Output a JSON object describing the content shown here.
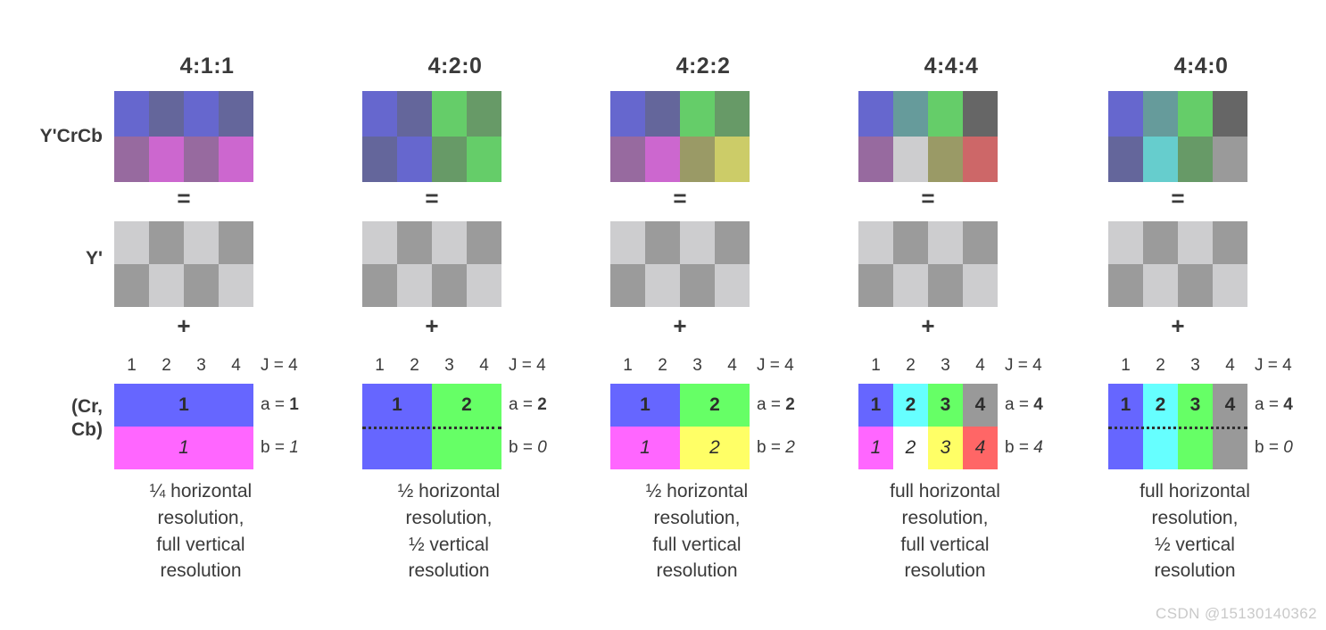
{
  "row_labels": {
    "ycrcb": "Y'CrCb",
    "luma": "Y'",
    "chroma_line1": "(Cr,",
    "chroma_line2": "Cb)"
  },
  "operators": {
    "equals": "=",
    "plus": "+"
  },
  "palette": {
    "blue_periwinkle": "#6667ce",
    "blue_slate": "#64669b",
    "green_bright": "#65cd69",
    "green_muted": "#679a67",
    "teal": "#669b9b",
    "gray_dark": "#666666",
    "purple_muted": "#976a9f",
    "magenta_bright": "#cc67cf",
    "olive": "#9a9a66",
    "yellow_olive": "#cccc68",
    "gray_light": "#cdcdcf",
    "red_salmon": "#cd6768",
    "cyan_soft": "#66cdcd",
    "gray_mid": "#9a9a9a",
    "luma_light": "#cdcdcf",
    "luma_dark": "#9b9b9b",
    "chroma_blue": "#6666ff",
    "chroma_magenta": "#ff66ff",
    "chroma_green": "#66ff66",
    "chroma_yellow": "#ffff66",
    "chroma_cyan": "#66ffff",
    "chroma_gray": "#999999",
    "chroma_red": "#ff6666",
    "chroma_white": "#ffffff",
    "text": "#3a3a3a",
    "watermark": "#c9c9c9"
  },
  "column_numbers": [
    "1",
    "2",
    "3",
    "4"
  ],
  "j_label": "J = 4",
  "watermark": "CSDN @15130140362",
  "columns": [
    {
      "title": "4:1:1",
      "ycrcb_cells": [
        "#6667ce",
        "#64669b",
        "#6667ce",
        "#64669b",
        "#976a9f",
        "#cc67cf",
        "#976a9f",
        "#cc67cf"
      ],
      "luma_cells": [
        "#cdcdcf",
        "#9b9b9b",
        "#cdcdcf",
        "#9b9b9b",
        "#9b9b9b",
        "#cdcdcf",
        "#9b9b9b",
        "#cdcdcf"
      ],
      "chroma_style": "split",
      "chroma_top": [
        {
          "color": "#6666ff",
          "label": "1"
        }
      ],
      "chroma_bottom": [
        {
          "color": "#ff66ff",
          "label": "1"
        }
      ],
      "a_label": "a = ",
      "a_value": "1",
      "b_label": "b = ",
      "b_value": "1",
      "caption": [
        "¼ horizontal",
        "resolution,",
        "full vertical",
        "resolution"
      ]
    },
    {
      "title": "4:2:0",
      "ycrcb_cells": [
        "#6667ce",
        "#64669b",
        "#65cd69",
        "#679a67",
        "#64669b",
        "#6667ce",
        "#679a67",
        "#65cd69"
      ],
      "luma_cells": [
        "#cdcdcf",
        "#9b9b9b",
        "#cdcdcf",
        "#9b9b9b",
        "#9b9b9b",
        "#cdcdcf",
        "#9b9b9b",
        "#cdcdcf"
      ],
      "chroma_style": "merged",
      "chroma_merged": [
        {
          "color": "#6666ff",
          "label": "1"
        },
        {
          "color": "#66ff66",
          "label": "2"
        }
      ],
      "a_label": "a = ",
      "a_value": "2",
      "b_label": "b = ",
      "b_value": "0",
      "caption": [
        "½ horizontal",
        "resolution,",
        "½ vertical",
        "resolution"
      ]
    },
    {
      "title": "4:2:2",
      "ycrcb_cells": [
        "#6667ce",
        "#64669b",
        "#65cd69",
        "#679a67",
        "#976a9f",
        "#cc67cf",
        "#9a9a66",
        "#cccc68"
      ],
      "luma_cells": [
        "#cdcdcf",
        "#9b9b9b",
        "#cdcdcf",
        "#9b9b9b",
        "#9b9b9b",
        "#cdcdcf",
        "#9b9b9b",
        "#cdcdcf"
      ],
      "chroma_style": "split",
      "chroma_top": [
        {
          "color": "#6666ff",
          "label": "1"
        },
        {
          "color": "#66ff66",
          "label": "2"
        }
      ],
      "chroma_bottom": [
        {
          "color": "#ff66ff",
          "label": "1"
        },
        {
          "color": "#ffff66",
          "label": "2"
        }
      ],
      "a_label": "a = ",
      "a_value": "2",
      "b_label": "b = ",
      "b_value": "2",
      "caption": [
        "½ horizontal",
        "resolution,",
        "full vertical",
        "resolution"
      ]
    },
    {
      "title": "4:4:4",
      "ycrcb_cells": [
        "#6667ce",
        "#669b9b",
        "#65cd69",
        "#666666",
        "#976a9f",
        "#cdcdcf",
        "#9a9a66",
        "#cd6768"
      ],
      "luma_cells": [
        "#cdcdcf",
        "#9b9b9b",
        "#cdcdcf",
        "#9b9b9b",
        "#9b9b9b",
        "#cdcdcf",
        "#9b9b9b",
        "#cdcdcf"
      ],
      "chroma_style": "split",
      "chroma_top": [
        {
          "color": "#6666ff",
          "label": "1"
        },
        {
          "color": "#66ffff",
          "label": "2"
        },
        {
          "color": "#66ff66",
          "label": "3"
        },
        {
          "color": "#999999",
          "label": "4"
        }
      ],
      "chroma_bottom": [
        {
          "color": "#ff66ff",
          "label": "1"
        },
        {
          "color": "#ffffff",
          "label": "2"
        },
        {
          "color": "#ffff66",
          "label": "3"
        },
        {
          "color": "#ff6666",
          "label": "4"
        }
      ],
      "a_label": "a = ",
      "a_value": "4",
      "b_label": "b = ",
      "b_value": "4",
      "caption": [
        "full horizontal",
        "resolution,",
        "full vertical",
        "resolution"
      ]
    },
    {
      "title": "4:4:0",
      "ycrcb_cells": [
        "#6667ce",
        "#669b9b",
        "#65cd69",
        "#666666",
        "#64669b",
        "#66cdcd",
        "#679a67",
        "#9a9a9a"
      ],
      "luma_cells": [
        "#cdcdcf",
        "#9b9b9b",
        "#cdcdcf",
        "#9b9b9b",
        "#9b9b9b",
        "#cdcdcf",
        "#9b9b9b",
        "#cdcdcf"
      ],
      "chroma_style": "merged",
      "chroma_merged": [
        {
          "color": "#6666ff",
          "label": "1"
        },
        {
          "color": "#66ffff",
          "label": "2"
        },
        {
          "color": "#66ff66",
          "label": "3"
        },
        {
          "color": "#999999",
          "label": "4"
        }
      ],
      "a_label": "a = ",
      "a_value": "4",
      "b_label": "b = ",
      "b_value": "0",
      "caption": [
        "full horizontal",
        "resolution,",
        "½ vertical",
        "resolution"
      ]
    }
  ]
}
